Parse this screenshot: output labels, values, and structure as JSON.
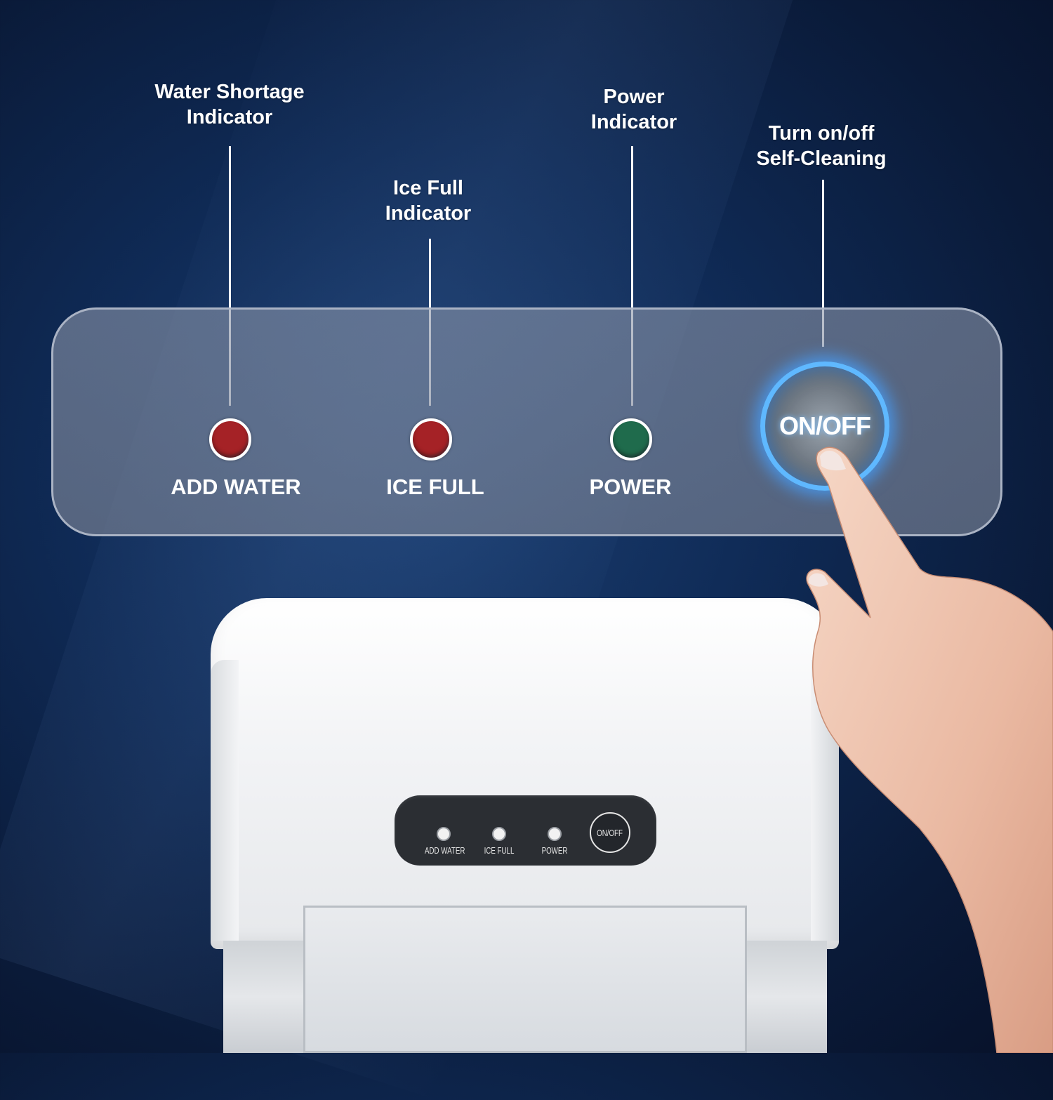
{
  "callouts": {
    "water_shortage": [
      "Water Shortage",
      "Indicator"
    ],
    "ice_full": [
      "Ice Full",
      "Indicator"
    ],
    "power": [
      "Power",
      "Indicator"
    ],
    "turn_on_off": [
      "Turn on/off",
      "Self-Cleaning"
    ]
  },
  "panel": {
    "add_water_label": "ADD WATER",
    "ice_full_label": "ICE FULL",
    "power_label": "POWER",
    "onoff_label": "ON/OFF"
  },
  "mini_panel": {
    "add_water_label": "ADD WATER",
    "ice_full_label": "ICE FULL",
    "power_label": "POWER",
    "onoff_label": "ON/OFF"
  },
  "colors": {
    "add_water_led": "#a52226",
    "ice_full_led": "#a52226",
    "power_led": "#1f6b4c",
    "onoff_glow": "#5fb8ff"
  },
  "icons": {
    "hand": "pointing-hand-icon"
  }
}
